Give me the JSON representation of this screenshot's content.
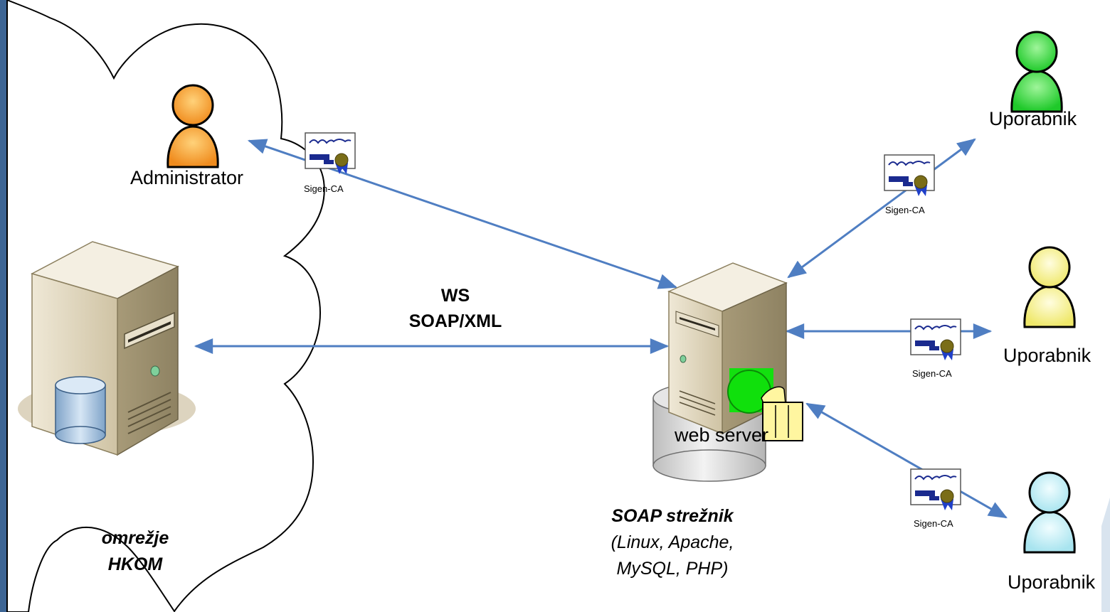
{
  "nodes": {
    "administrator": {
      "label": "Administrator",
      "color": "#f5a23a"
    },
    "users": [
      {
        "label": "Uporabnik",
        "color": "#3fd24a"
      },
      {
        "label": "Uporabnik",
        "color": "#f3f08a"
      },
      {
        "label": "Uporabnik",
        "color": "#bfeef5"
      }
    ],
    "web_server": {
      "label": "web server"
    },
    "soap_server": {
      "title": "SOAP strežnik",
      "line2": "(Linux, Apache,",
      "line3": "MySQL, PHP)"
    },
    "network": {
      "line1": "omrežje",
      "line2": "HKOM"
    }
  },
  "connection": {
    "line1": "WS",
    "line2": "SOAP/XML"
  },
  "certificates": [
    {
      "label": "Sigen-CA"
    },
    {
      "label": "Sigen-CA"
    },
    {
      "label": "Sigen-CA"
    },
    {
      "label": "Sigen-CA"
    }
  ],
  "colors": {
    "arrow": "#4f7ec2",
    "cloud_stroke": "#000000",
    "server_body": "#d8ceb4",
    "db": "#a9c6e2",
    "ssl_green": "#13e00f"
  }
}
